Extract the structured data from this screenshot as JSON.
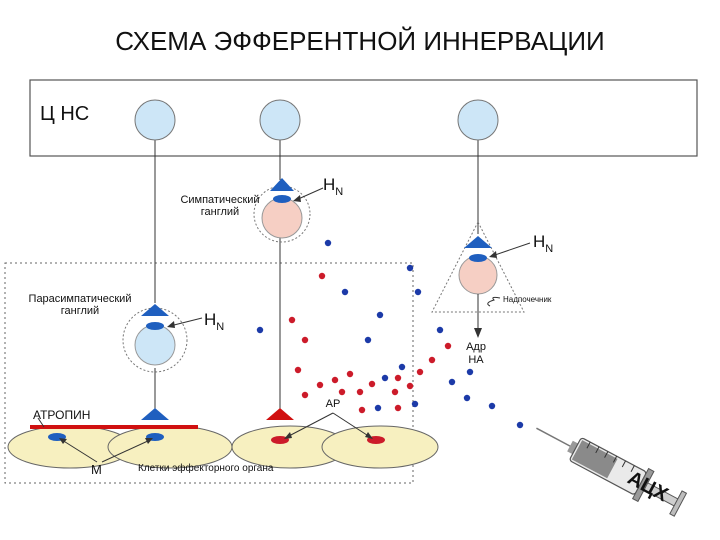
{
  "title": "СХЕМА  ЭФФЕРЕНТНОЙ  ИННЕРВАЦИИ",
  "cns_label": "Ц НС",
  "labels": {
    "sympathetic_ganglion_l1": "Симпатический",
    "sympathetic_ganglion_l2": "ганглий",
    "parasympathetic_ganglion_l1": "Парасимпатический",
    "parasympathetic_ganglion_l2": "ганглий",
    "hn_main": "Н",
    "hn_sub": "N",
    "adrenal": "Надпочечник",
    "adr_l1": "Адр",
    "adr_l2": "НА",
    "ar": "АР",
    "atropine": "АТРОПИН",
    "m": "М",
    "effector_cells": "Клетки эффекторного органа",
    "syringe": "АЦХ"
  },
  "colors": {
    "neuron_fill": "#cde6f7",
    "ganglion_fill": "#f6cfc4",
    "receptor_blue": "#1f5fbf",
    "receptor_red": "#d01010",
    "dot_blue": "#1c3aa8",
    "dot_red": "#cc1b2a",
    "effector_fill": "#f7f0c0",
    "atropine_bar": "#d01010"
  }
}
